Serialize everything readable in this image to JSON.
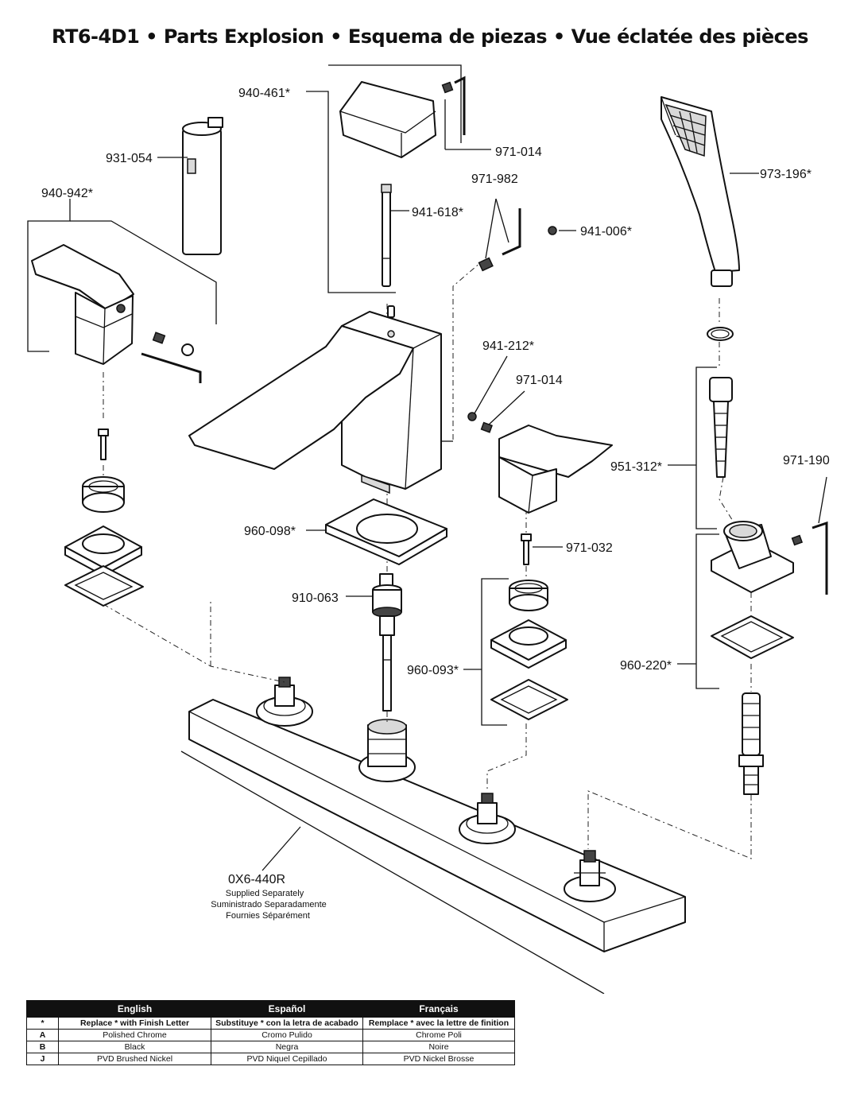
{
  "title": "RT6-4D1 • Parts Explosion • Esquema de piezas • Vue éclatée des pièces",
  "labels": {
    "p940_461": "940-461*",
    "p971_014_top": "971-014",
    "p931_054": "931-054",
    "p941_618": "941-618*",
    "p971_982": "971-982",
    "p941_006": "941-006*",
    "p973_196": "973-196*",
    "p940_942": "940-942*",
    "p941_212": "941-212*",
    "p971_014_mid": "971-014",
    "p951_312": "951-312*",
    "p971_190": "971-190",
    "p960_098": "960-098*",
    "p971_032": "971-032",
    "p910_063": "910-063",
    "p960_093": "960-093*",
    "p960_220": "960-220*",
    "p0x6_440r": "0X6-440R"
  },
  "supplied_note": {
    "en": "Supplied Separately",
    "es": "Suministrado Separadamente",
    "fr": "Fournies Séparément"
  },
  "finish_table": {
    "headers": [
      "",
      "English",
      "Español",
      "Français"
    ],
    "rows": [
      [
        "*",
        "Replace * with Finish Letter",
        "Substituye * con la letra de acabado",
        "Remplace * avec la lettre de finition"
      ],
      [
        "A",
        "Polished Chrome",
        "Cromo Pulido",
        "Chrome Poli"
      ],
      [
        "B",
        "Black",
        "Negra",
        "Noire"
      ],
      [
        "J",
        "PVD Brushed Nickel",
        "PVD Niquel Cepillado",
        "PVD Nickel Brosse"
      ]
    ]
  }
}
